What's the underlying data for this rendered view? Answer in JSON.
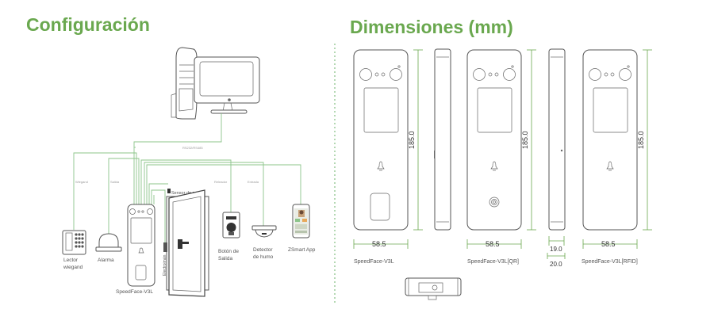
{
  "config": {
    "title": "Configuración",
    "wire_labels": {
      "rs": "RS232/RS485",
      "wiegand": "Wiegand",
      "salida": "Salida",
      "releador": "Releador",
      "entrada": "Entrada",
      "sensor": "Sensor de puerta",
      "electroiman": "Electroimán"
    },
    "devices": {
      "lector_line1": "Lector",
      "lector_line2": "wiegand",
      "alarma": "Alarma",
      "main_device": "SpeedFace-V3L",
      "boton_line1": "Botón de",
      "boton_line2": "Salida",
      "detector_line1": "Detector",
      "detector_line2": "de humo",
      "app": "ZSmart App"
    }
  },
  "dimensions": {
    "title": "Dimensiones (mm)",
    "height": "185.0",
    "width": "58.5",
    "depth_front": "19.0",
    "depth_total": "20.0",
    "models": [
      "SpeedFace-V3L",
      "SpeedFace-V3L[QR]",
      "SpeedFace-V3L[RFID]"
    ]
  },
  "colors": {
    "accent": "#6aa84f",
    "wire": "#8cc48a",
    "outline": "#555555"
  }
}
